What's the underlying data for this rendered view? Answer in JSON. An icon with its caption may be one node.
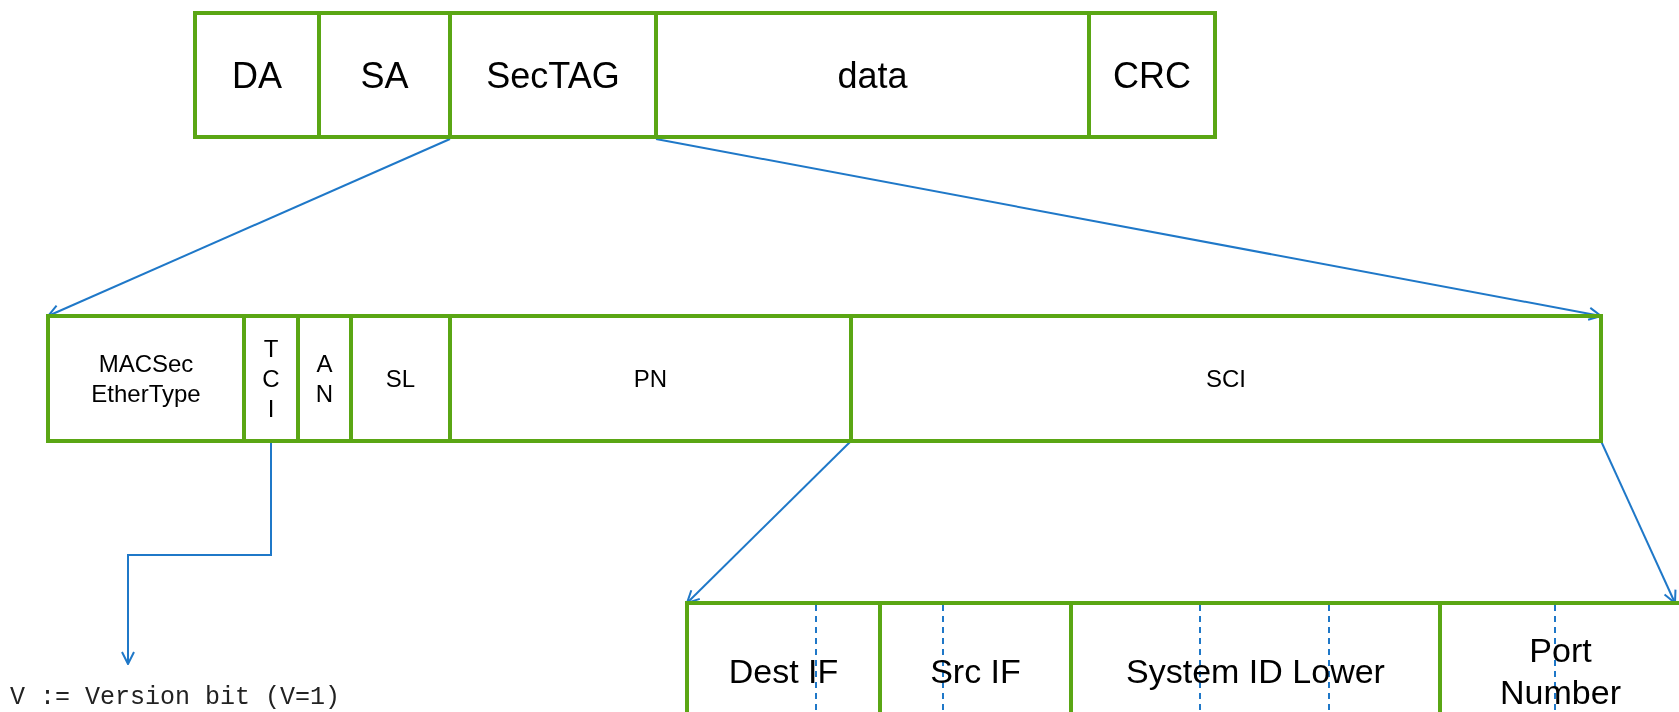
{
  "diagram": {
    "nodes": [
      {
        "text": [
          "DA"
        ]
      },
      {
        "text": [
          "SA"
        ]
      },
      {
        "text": [
          "SecTAG"
        ]
      },
      {
        "text": [
          "data"
        ]
      },
      {
        "text": [
          "CRC"
        ]
      },
      {
        "text": [
          "MACSec EtherType"
        ]
      },
      {
        "text": [
          "T C I"
        ]
      },
      {
        "text": [
          "A N"
        ]
      },
      {
        "text": [
          "SL"
        ]
      },
      {
        "text": [
          "PN"
        ]
      },
      {
        "text": [
          "SCI"
        ]
      },
      {
        "text": [
          "Dest IF"
        ]
      },
      {
        "text": [
          "Src IF"
        ]
      },
      {
        "text": [
          "System ID Lower"
        ]
      },
      {
        "text": [
          "Port Number"
        ]
      },
      {
        "text": [
          "V := Version bit (V=1)"
        ]
      }
    ],
    "edges": [
      {
        "from": 2,
        "to": 5,
        "arrow": "to"
      },
      {
        "from": 2,
        "to": 10,
        "arrow": "to"
      },
      {
        "from": 10,
        "to": 11,
        "arrow": "to"
      },
      {
        "from": 10,
        "to": 14,
        "arrow": "to"
      },
      {
        "from": 6,
        "to": 15,
        "arrow": "to"
      }
    ]
  }
}
